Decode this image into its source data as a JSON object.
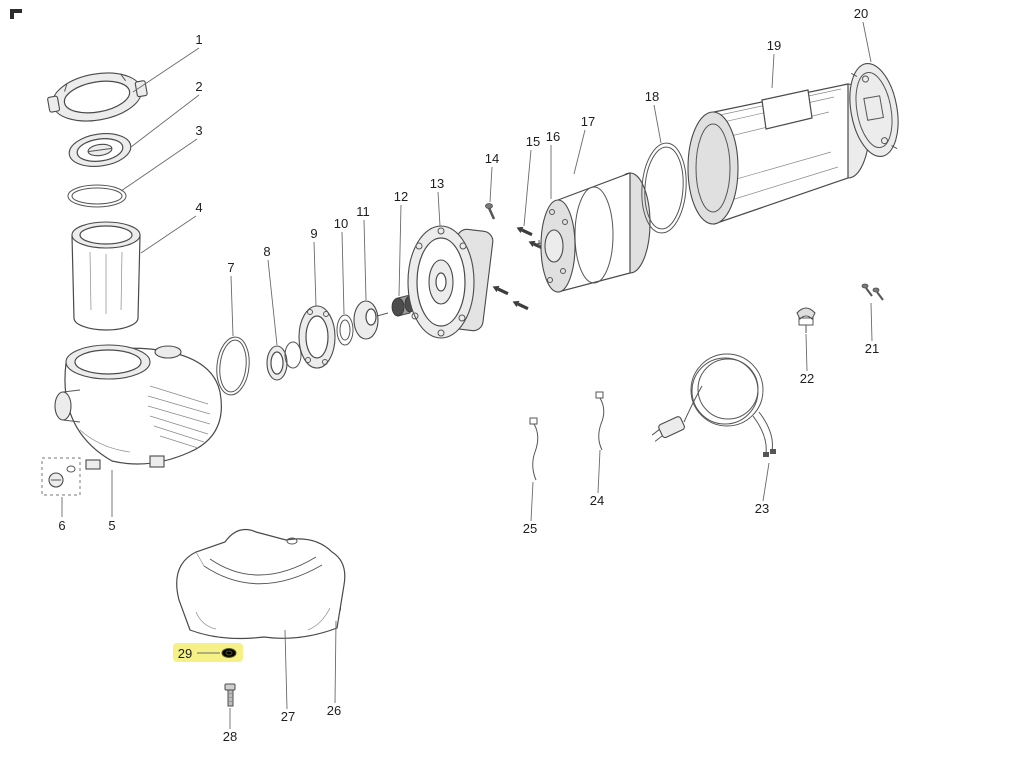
{
  "diagram": {
    "highlight": {
      "part": "29",
      "color": "#f3ee72"
    },
    "parts": [
      {
        "label": "1"
      },
      {
        "label": "2"
      },
      {
        "label": "3"
      },
      {
        "label": "4"
      },
      {
        "label": "5"
      },
      {
        "label": "6"
      },
      {
        "label": "7"
      },
      {
        "label": "8"
      },
      {
        "label": "9"
      },
      {
        "label": "10"
      },
      {
        "label": "11"
      },
      {
        "label": "12"
      },
      {
        "label": "13"
      },
      {
        "label": "14"
      },
      {
        "label": "15"
      },
      {
        "label": "16"
      },
      {
        "label": "17"
      },
      {
        "label": "18"
      },
      {
        "label": "19"
      },
      {
        "label": "20"
      },
      {
        "label": "21"
      },
      {
        "label": "22"
      },
      {
        "label": "23"
      },
      {
        "label": "24"
      },
      {
        "label": "25"
      },
      {
        "label": "26"
      },
      {
        "label": "27"
      },
      {
        "label": "28"
      },
      {
        "label": "29"
      }
    ]
  }
}
